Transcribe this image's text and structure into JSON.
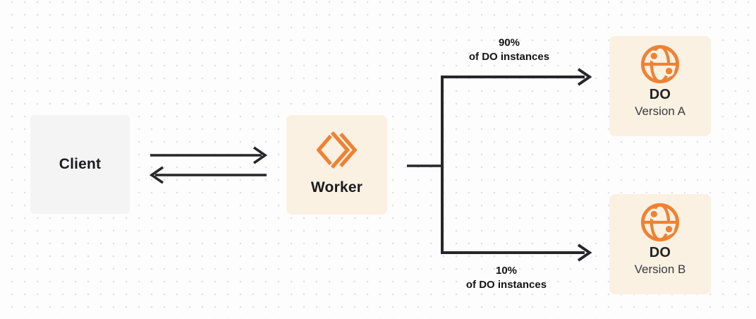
{
  "diagram": {
    "client": {
      "label": "Client"
    },
    "worker": {
      "label": "Worker"
    },
    "do_version_a": {
      "title": "DO",
      "subtitle": "Version A"
    },
    "do_version_b": {
      "title": "DO",
      "subtitle": "Version B"
    },
    "branch_top": {
      "percent": "90%",
      "caption": "of DO instances"
    },
    "branch_bottom": {
      "percent": "10%",
      "caption": "of DO instances"
    },
    "icons": {
      "worker_icon": "workers-chevrons-icon",
      "do_icon": "globe-icon"
    },
    "colors": {
      "accent_orange": "#EE8234",
      "node_cream_bg": "#FAF1E3",
      "client_gray_bg": "#F4F4F5",
      "connector_dark": "#27262B",
      "canvas_bg": "#FDFDFD",
      "dot_grid": "#E2E2E4"
    }
  }
}
